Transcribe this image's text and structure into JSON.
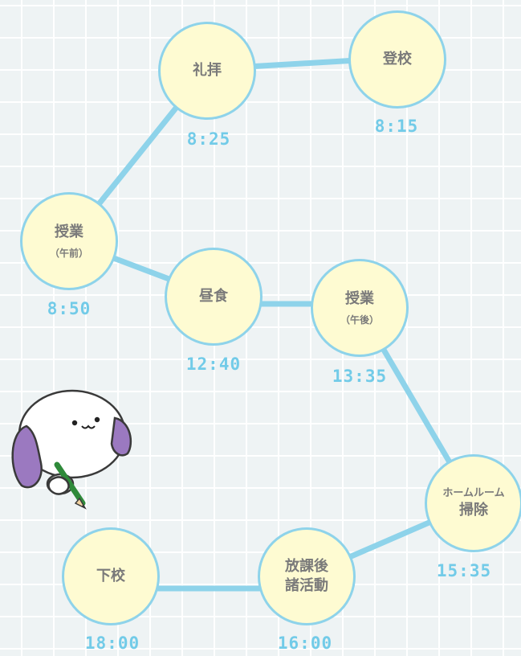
{
  "nodes": [
    {
      "id": "toko",
      "label": "登校",
      "time": "8:15"
    },
    {
      "id": "reihai",
      "label": "礼拝",
      "time": "8:25"
    },
    {
      "id": "jugyo-am",
      "label": "授業",
      "sub": "（午前）",
      "time": "8:50"
    },
    {
      "id": "chushoku",
      "label": "昼食",
      "time": "12:40"
    },
    {
      "id": "jugyo-pm",
      "label": "授業",
      "sub": "（午後）",
      "time": "13:35"
    },
    {
      "id": "soji",
      "label_top": "ホームルーム",
      "label": "掃除",
      "time": "15:35"
    },
    {
      "id": "hokago",
      "label": "放課後",
      "label2": "諸活動",
      "time": "16:00"
    },
    {
      "id": "geko",
      "label": "下校",
      "time": "18:00"
    }
  ],
  "colors": {
    "line": "#8ed3ea",
    "node_fill": "#fefbd2",
    "time_text": "#72cbe8",
    "label_text": "#7a7a7a"
  },
  "mascot": {
    "icon": "dog-mascot-with-pencil"
  }
}
